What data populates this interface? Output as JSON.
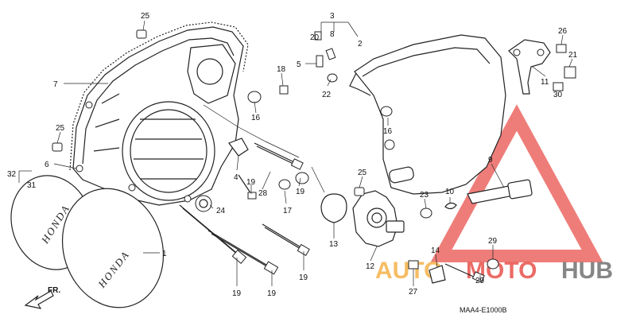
{
  "diagram_code": "MAA4-E1000B",
  "direction_label": "FR.",
  "brand_text": "HONDA",
  "brand_text_small": "HONDA",
  "watermark": {
    "auto": "AUTO",
    "moto": "MOTO",
    "hub": "HUB",
    "color_red": "#e8524c",
    "color_orange": "#f5b24a",
    "color_gray": "#7a7a7a"
  },
  "callouts": {
    "c25a": "25",
    "c7": "7",
    "c25b": "25",
    "c6": "6",
    "c32": "32",
    "c31": "31",
    "c1": "1",
    "c3": "3",
    "c20": "20",
    "c8": "8",
    "c2": "2",
    "c5": "5",
    "c22": "22",
    "c18": "18",
    "c16a": "16",
    "c16b": "16",
    "c4": "4",
    "c19a": "19",
    "c28": "28",
    "c19b": "19",
    "c17": "17",
    "c24": "24",
    "c19c": "19",
    "c19d": "19",
    "c19e": "19",
    "c25c": "25",
    "c13": "13",
    "c12": "12",
    "c27": "27",
    "c23": "23",
    "c10": "10",
    "c9": "9",
    "c14": "14",
    "c29a": "29",
    "c29b": "29",
    "c26": "26",
    "c21": "21",
    "c11": "11",
    "c30": "30"
  }
}
